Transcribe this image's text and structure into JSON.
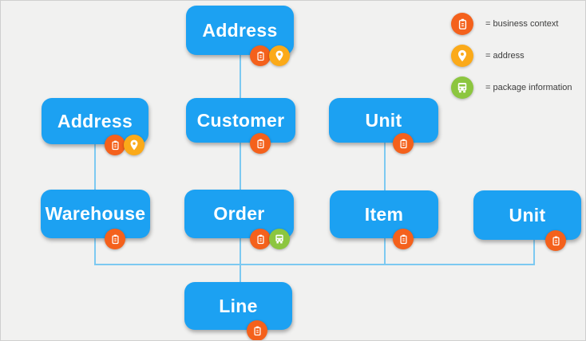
{
  "diagram": {
    "nodes": [
      {
        "id": "address-top",
        "label": "Address",
        "badges": [
          "business-context",
          "address"
        ]
      },
      {
        "id": "address-left",
        "label": "Address",
        "badges": [
          "business-context",
          "address"
        ]
      },
      {
        "id": "customer",
        "label": "Customer",
        "badges": [
          "business-context"
        ]
      },
      {
        "id": "unit-top",
        "label": "Unit",
        "badges": [
          "business-context"
        ]
      },
      {
        "id": "warehouse",
        "label": "Warehouse",
        "badges": [
          "business-context"
        ]
      },
      {
        "id": "order",
        "label": "Order",
        "badges": [
          "business-context",
          "package-information"
        ]
      },
      {
        "id": "item",
        "label": "Item",
        "badges": [
          "business-context"
        ]
      },
      {
        "id": "unit-right",
        "label": "Unit",
        "badges": [
          "business-context"
        ]
      },
      {
        "id": "line",
        "label": "Line",
        "badges": [
          "business-context"
        ]
      }
    ],
    "edges": [
      {
        "from": "address-top",
        "to": "customer"
      },
      {
        "from": "address-left",
        "to": "warehouse"
      },
      {
        "from": "customer",
        "to": "order"
      },
      {
        "from": "unit-top",
        "to": "item"
      },
      {
        "from": "warehouse",
        "to": "line"
      },
      {
        "from": "order",
        "to": "line"
      },
      {
        "from": "item",
        "to": "line"
      },
      {
        "from": "unit-right",
        "to": "line"
      }
    ]
  },
  "legend": {
    "items": [
      {
        "icon": "clipboard-icon",
        "label": "= business context",
        "color": "#f4611c"
      },
      {
        "icon": "map-pin-icon",
        "label": "= address",
        "color": "#fbaa19"
      },
      {
        "icon": "truck-icon",
        "label": "= package information",
        "color": "#8cc63f"
      }
    ]
  },
  "colors": {
    "node_blue": "#1ca1f2",
    "connector_blue": "#7cc9f1",
    "badge_orange": "#f4611c",
    "badge_amber": "#fbaa19",
    "badge_green": "#8cc63f",
    "background": "#f1f1f0",
    "node_text": "#ffffff",
    "legend_text": "#3d3d3d"
  }
}
